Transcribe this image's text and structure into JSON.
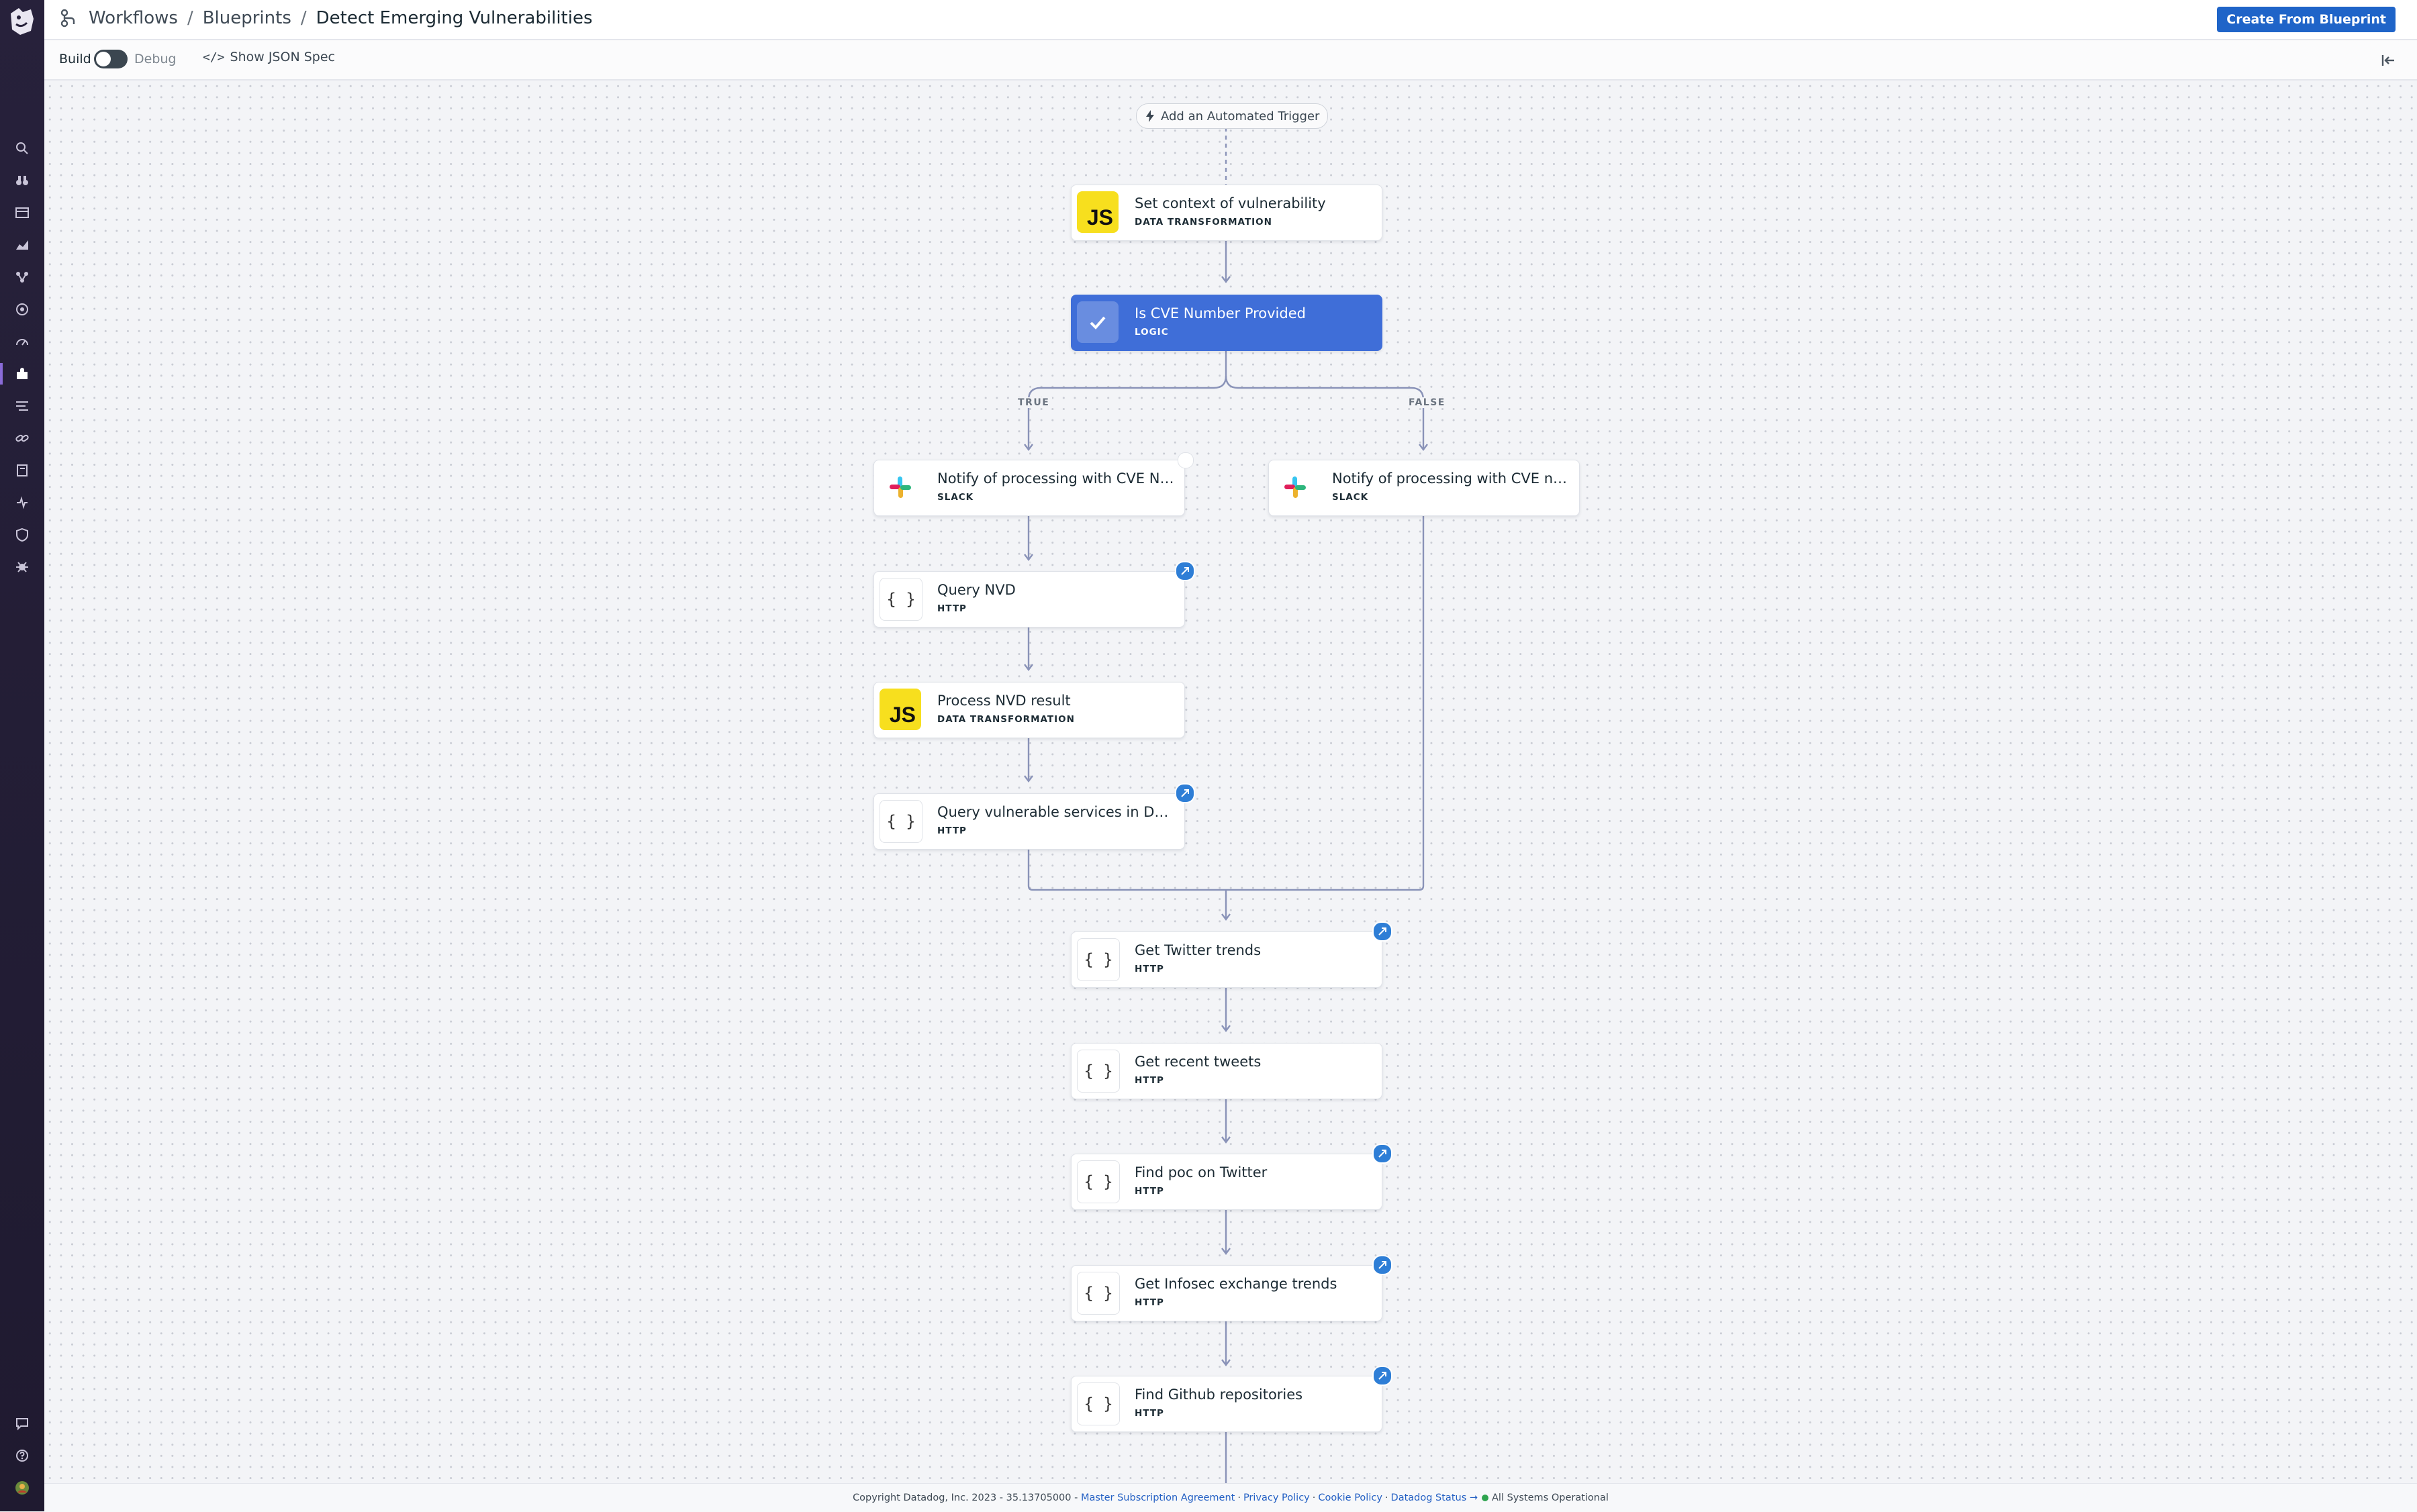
{
  "breadcrumb": {
    "workflows": "Workflows",
    "blueprints": "Blueprints",
    "current": "Detect Emerging Vulnerabilities",
    "separator": "/"
  },
  "header": {
    "create_button": "Create From Blueprint"
  },
  "toolbar": {
    "build": "Build",
    "debug": "Debug",
    "show_json": "Show JSON Spec",
    "code_glyph": "</>"
  },
  "canvas": {
    "trigger": "Add an Automated Trigger",
    "branch_true": "TRUE",
    "branch_false": "FALSE",
    "nodes": [
      {
        "name": "Set context of vulnerability",
        "kind": "DATA TRANSFORMATION",
        "icon": "javascript-icon",
        "icon_text": "JS"
      },
      {
        "name": "Is CVE Number Provided",
        "kind": "LOGIC",
        "icon": "check-icon"
      },
      {
        "name": "Notify of processing with CVE Num",
        "kind": "SLACK",
        "icon": "slack-icon"
      },
      {
        "name": "Notify of processing with CVE name",
        "kind": "SLACK",
        "icon": "slack-icon"
      },
      {
        "name": "Query NVD",
        "kind": "HTTP",
        "icon": "http-icon",
        "icon_text": "{ }"
      },
      {
        "name": "Process NVD result",
        "kind": "DATA TRANSFORMATION",
        "icon": "javascript-icon",
        "icon_text": "JS"
      },
      {
        "name": "Query vulnerable services in Datadog",
        "kind": "HTTP",
        "icon": "http-icon",
        "icon_text": "{ }"
      },
      {
        "name": "Get Twitter trends",
        "kind": "HTTP",
        "icon": "http-icon",
        "icon_text": "{ }"
      },
      {
        "name": "Get recent tweets",
        "kind": "HTTP",
        "icon": "http-icon",
        "icon_text": "{ }"
      },
      {
        "name": "Find poc on Twitter",
        "kind": "HTTP",
        "icon": "http-icon",
        "icon_text": "{ }"
      },
      {
        "name": "Get Infosec exchange trends",
        "kind": "HTTP",
        "icon": "http-icon",
        "icon_text": "{ }"
      },
      {
        "name": "Find Github repositories",
        "kind": "HTTP",
        "icon": "http-icon",
        "icon_text": "{ }"
      }
    ]
  },
  "footer": {
    "copyright": "Copyright Datadog, Inc. 2023 - 35.13705000 -",
    "links": [
      "Master Subscription Agreement",
      "Privacy Policy",
      "Cookie Policy",
      "Datadog Status →"
    ],
    "link_sep": "·",
    "status": "All Systems Operational"
  },
  "colors": {
    "brand_purple": "#27213b",
    "primary_button": "#1f64c8",
    "selected_node": "#3f6ed8",
    "edge": "#8a93b8",
    "status_ok": "#2ea44f"
  }
}
